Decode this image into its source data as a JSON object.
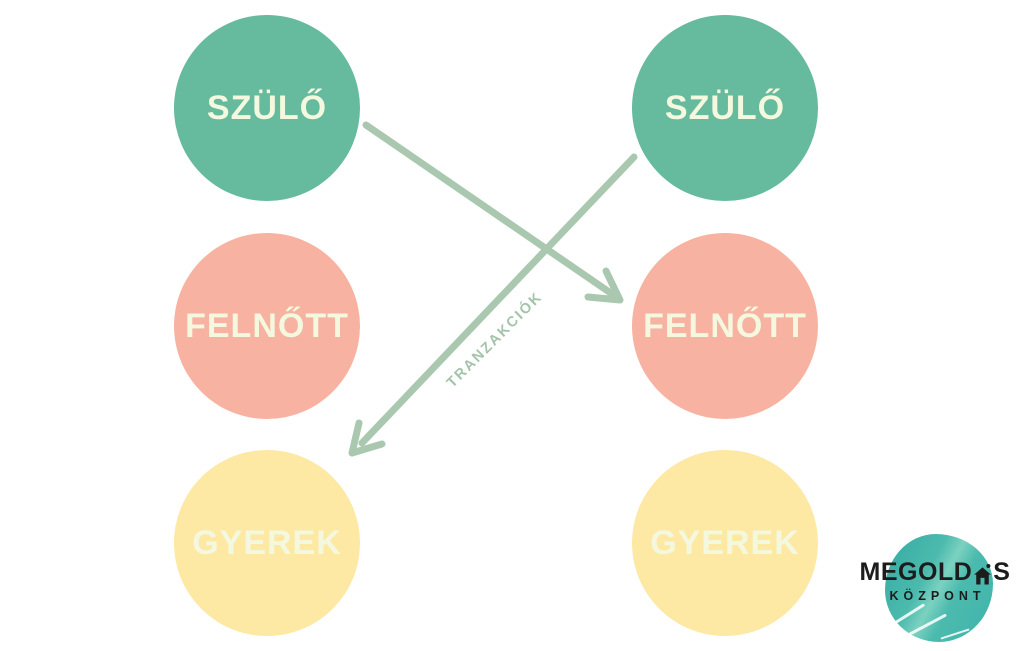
{
  "diagram": {
    "nodes": {
      "parent_left": {
        "label": "SZÜLŐ",
        "color": "#66BA9E"
      },
      "parent_right": {
        "label": "SZÜLŐ",
        "color": "#66BA9E"
      },
      "adult_left": {
        "label": "FELNŐTT",
        "color": "#F8B2A2"
      },
      "adult_right": {
        "label": "FELNŐTT",
        "color": "#F8B2A2"
      },
      "child_left": {
        "label": "GYEREK",
        "color": "#FDE9A4"
      },
      "child_right": {
        "label": "GYEREK",
        "color": "#FDE9A4"
      }
    },
    "node_label_color": "#F4F8DE",
    "arrow": {
      "color": "#AAC7B0",
      "label": "TRANZAKCIÓK",
      "label_color": "#A5C3AB",
      "connections": [
        {
          "from": "parent_left",
          "to": "adult_right"
        },
        {
          "from": "parent_right",
          "to": "child_left"
        }
      ]
    }
  },
  "logo": {
    "title_before_icon": "MEGOLD",
    "title_after_icon": "S",
    "subtitle": "KÖZPONT",
    "text_color": "#1C1C1C",
    "blob_color": "#45B8AC"
  }
}
